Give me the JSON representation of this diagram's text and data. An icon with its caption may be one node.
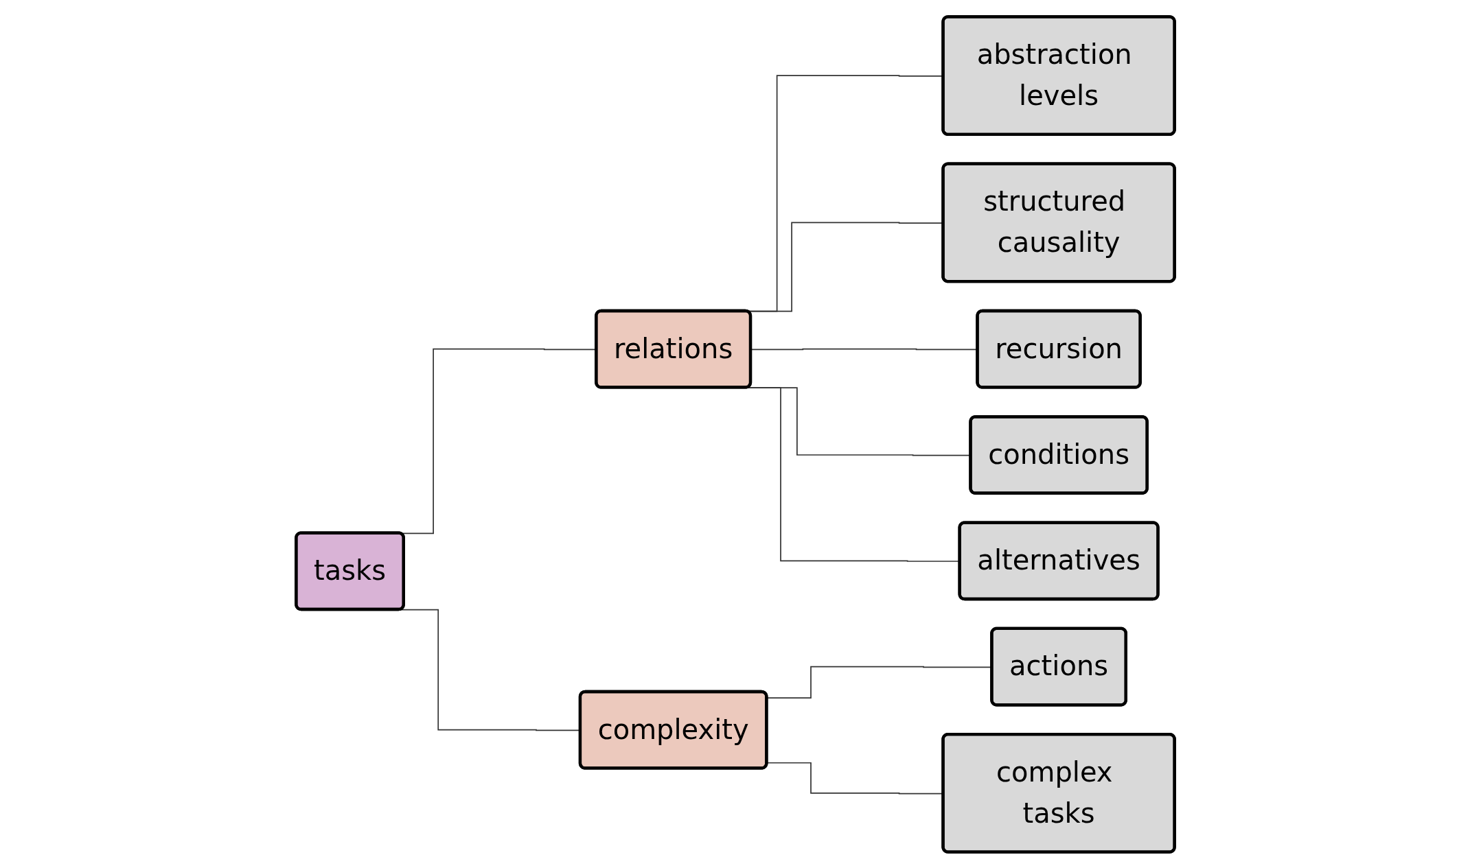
{
  "diagram": {
    "nodes": [
      {
        "text": [
          "tasks"
        ]
      },
      {
        "text": [
          "relations"
        ]
      },
      {
        "text": [
          "complexity"
        ]
      },
      {
        "text": [
          "abstraction levels"
        ]
      },
      {
        "text": [
          "structured causality"
        ]
      },
      {
        "text": [
          "recursion"
        ]
      },
      {
        "text": [
          "conditions"
        ]
      },
      {
        "text": [
          "alternatives"
        ]
      },
      {
        "text": [
          "actions"
        ]
      },
      {
        "text": [
          "complex tasks"
        ]
      }
    ],
    "edges": [
      {
        "from": 0,
        "to": 1,
        "arrow": "none"
      },
      {
        "from": 0,
        "to": 2,
        "arrow": "none"
      },
      {
        "from": 1,
        "to": 3,
        "arrow": "none"
      },
      {
        "from": 1,
        "to": 4,
        "arrow": "none"
      },
      {
        "from": 1,
        "to": 5,
        "arrow": "none"
      },
      {
        "from": 1,
        "to": 6,
        "arrow": "none"
      },
      {
        "from": 1,
        "to": 7,
        "arrow": "none"
      },
      {
        "from": 2,
        "to": 8,
        "arrow": "none"
      },
      {
        "from": 2,
        "to": 9,
        "arrow": "none"
      }
    ]
  }
}
